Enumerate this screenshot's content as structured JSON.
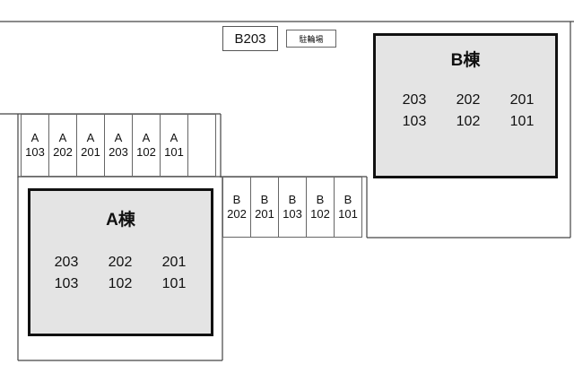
{
  "labels": {
    "b203": "B203",
    "bike_parking": "駐輪場"
  },
  "parking_a": [
    {
      "bldg": "A",
      "room": "103"
    },
    {
      "bldg": "A",
      "room": "202"
    },
    {
      "bldg": "A",
      "room": "201"
    },
    {
      "bldg": "A",
      "room": "203"
    },
    {
      "bldg": "A",
      "room": "102"
    },
    {
      "bldg": "A",
      "room": "101"
    }
  ],
  "parking_b": [
    {
      "bldg": "B",
      "room": "202"
    },
    {
      "bldg": "B",
      "room": "201"
    },
    {
      "bldg": "B",
      "room": "103"
    },
    {
      "bldg": "B",
      "room": "102"
    },
    {
      "bldg": "B",
      "room": "101"
    }
  ],
  "building_a": {
    "title": "A棟",
    "rooms": [
      "203",
      "202",
      "201",
      "103",
      "102",
      "101"
    ]
  },
  "building_b": {
    "title": "B棟",
    "rooms": [
      "203",
      "202",
      "201",
      "103",
      "102",
      "101"
    ]
  }
}
